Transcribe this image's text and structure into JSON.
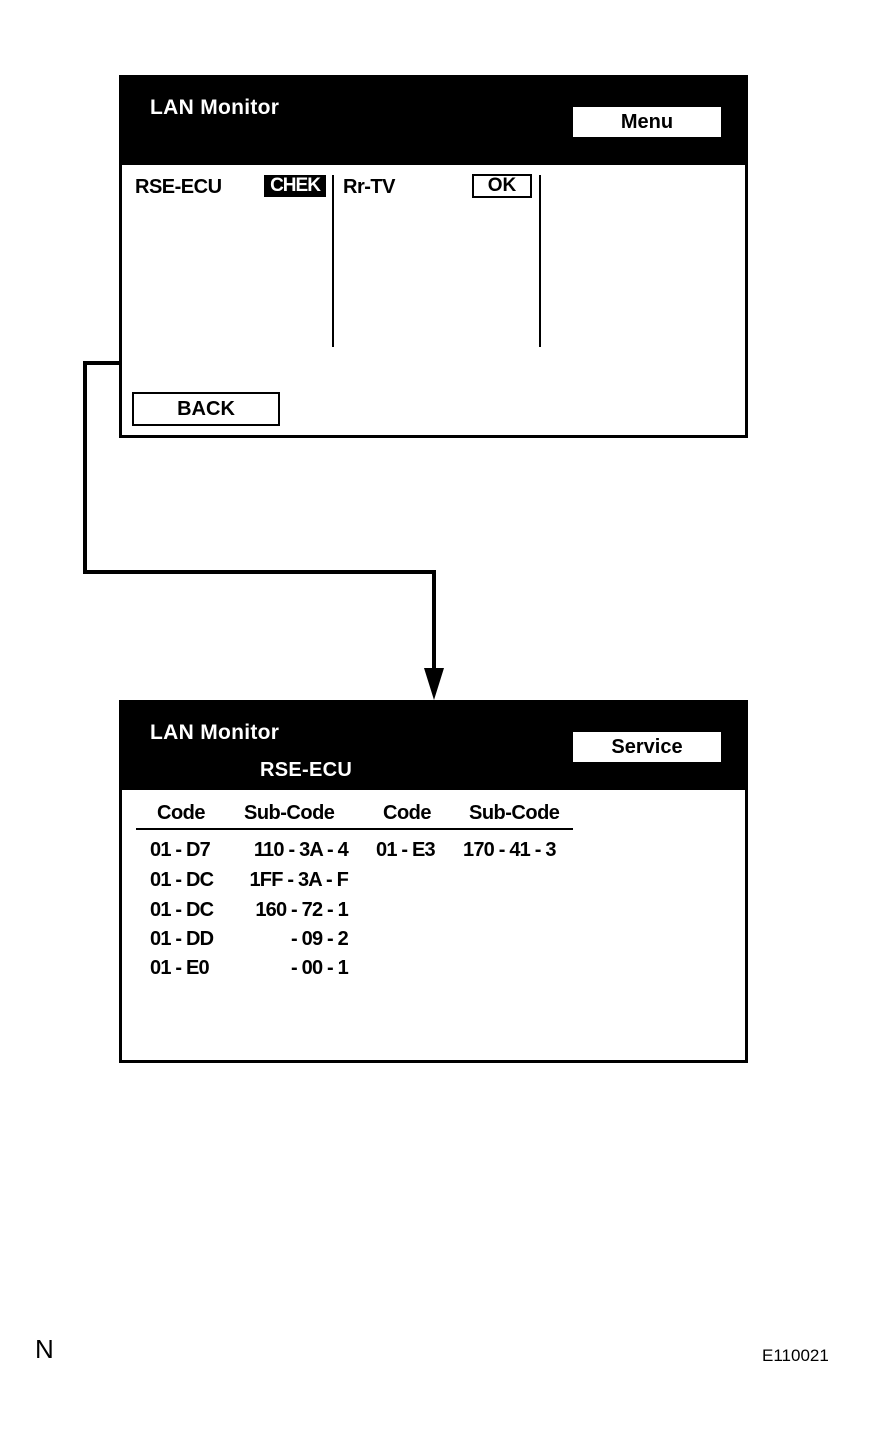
{
  "screen1": {
    "title": "LAN Monitor",
    "menu_button": "Menu",
    "devices": [
      {
        "name": "RSE-ECU",
        "status": "CHEK",
        "status_style": "inverted"
      },
      {
        "name": "Rr-TV",
        "status": "OK",
        "status_style": "outlined"
      }
    ],
    "back_button": "BACK"
  },
  "screen2": {
    "title": "LAN Monitor",
    "subtitle": "RSE-ECU",
    "service_button": "Service",
    "columns": [
      "Code",
      "Sub-Code",
      "Code",
      "Sub-Code"
    ],
    "rows": [
      [
        "01 - D7",
        "110 - 3A - 4",
        "01 - E3",
        "170 - 41 - 3"
      ],
      [
        "01 - DC",
        "1FF - 3A - F",
        "",
        ""
      ],
      [
        "01 - DC",
        "160 - 72 - 1",
        "",
        ""
      ],
      [
        "01 - DD",
        "- 09 - 2",
        "",
        ""
      ],
      [
        "01 - E0",
        "- 00 - 1",
        "",
        ""
      ]
    ]
  },
  "corner_mark": "N",
  "figure_id": "E110021"
}
